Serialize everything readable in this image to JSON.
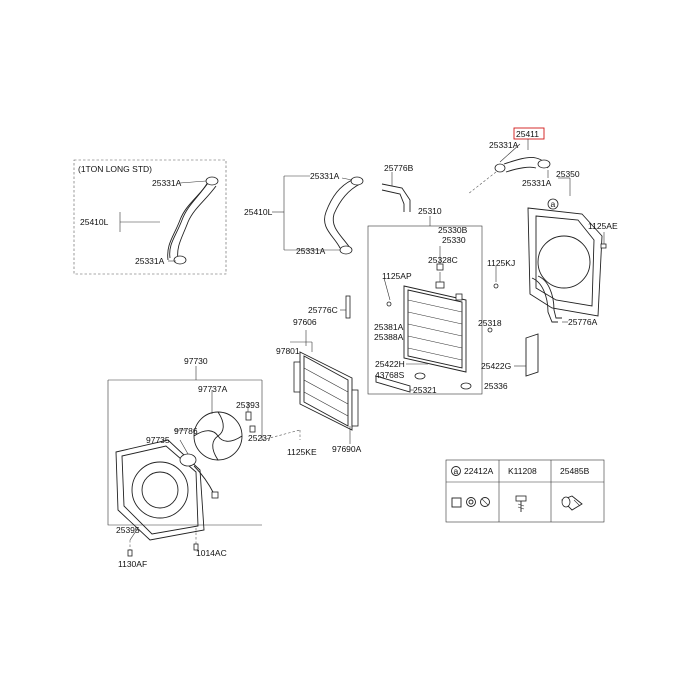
{
  "group_label": "(1TON LONG STD)",
  "highlight_color": "#d01818",
  "labels": {
    "l25411": "25411",
    "l25331A_top": "25331A",
    "l25331A_topb": "25331A",
    "l25776B": "25776B",
    "l25350": "25350",
    "l1125AE": "1125AE",
    "l25310": "25310",
    "l25330B": "25330B",
    "l25330": "25330",
    "l25328C": "25328C",
    "l1125AP": "1125AP",
    "l1125KJ": "1125KJ",
    "l25331A_g1": "25331A",
    "l25410L_g": "25410L",
    "l25331A_g2": "25331A",
    "l25331A_m1": "25331A",
    "l25410L_m": "25410L",
    "l25331A_m2": "25331A",
    "l25776C": "25776C",
    "l97606": "97606",
    "l25381A": "25381A",
    "l25388A": "25388A",
    "l25318": "25318",
    "l25776A": "25776A",
    "l97801": "97801",
    "l25422H": "25422H",
    "l43768S": "43768S",
    "l25422G": "25422G",
    "l25336": "25336",
    "l25321": "25321",
    "l97730": "97730",
    "l97737A": "97737A",
    "l25393": "25393",
    "l97786": "97786",
    "l25237": "25237",
    "l97735": "97735",
    "l1125KE": "1125KE",
    "l97690A": "97690A",
    "l25395": "25395",
    "l1130AF": "1130AF",
    "l1014AC": "1014AC",
    "circle_a": "a"
  },
  "legend": {
    "marker": "a",
    "headers": [
      "22412A",
      "K11208",
      "25485B"
    ],
    "icons": [
      "gasket-icon",
      "bolt-icon",
      "fitting-icon"
    ]
  }
}
